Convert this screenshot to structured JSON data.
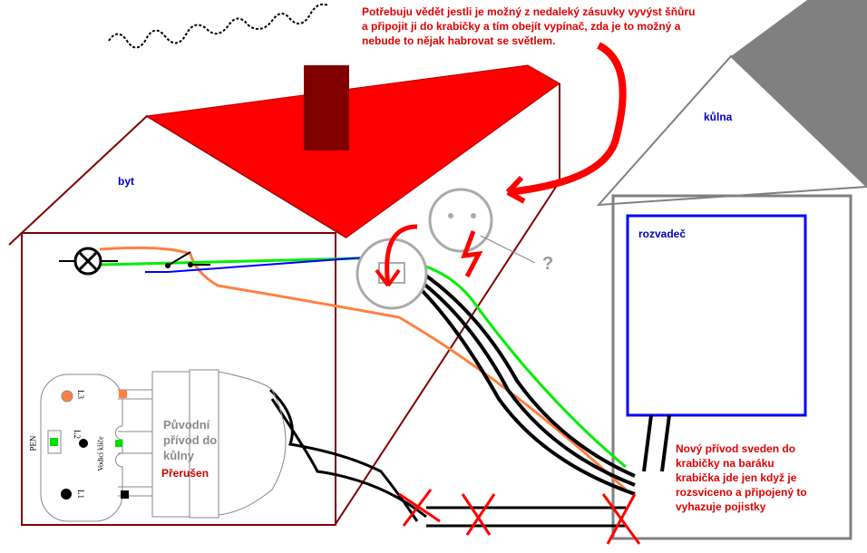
{
  "question_note": [
    "Potřebuju vědět jestli je možný z nedaleký zásuvky vyvýst šňůru",
    "a připojit ji do krabičky a tím obejít vypínač, zda je to možný a",
    "nebude to nějak habrovat se světlem."
  ],
  "house_label": "byt",
  "shed_label": "kůlna",
  "panel_label": "rozvadeč",
  "question_mark": "?",
  "plug": {
    "text": [
      "Původní",
      "přívod do",
      "kůlny"
    ],
    "status": "Přerušen",
    "pins": {
      "l1": "L1",
      "l2": "L2",
      "l3": "L3",
      "pen": "PEN",
      "keys": "Vodicí klíče"
    }
  },
  "new_supply_note": [
    "Nový přívod sveden do",
    "krabičky na baráku",
    "krabička jde jen když je",
    "rozsviceno a připojený to",
    "vyhazuje pojistky"
  ],
  "colors": {
    "roof": "#ff0000",
    "chimney": "#800000",
    "wall": "#800000",
    "panel": "#0000ff",
    "shed_roof": "#808080",
    "note": "#e00000"
  }
}
